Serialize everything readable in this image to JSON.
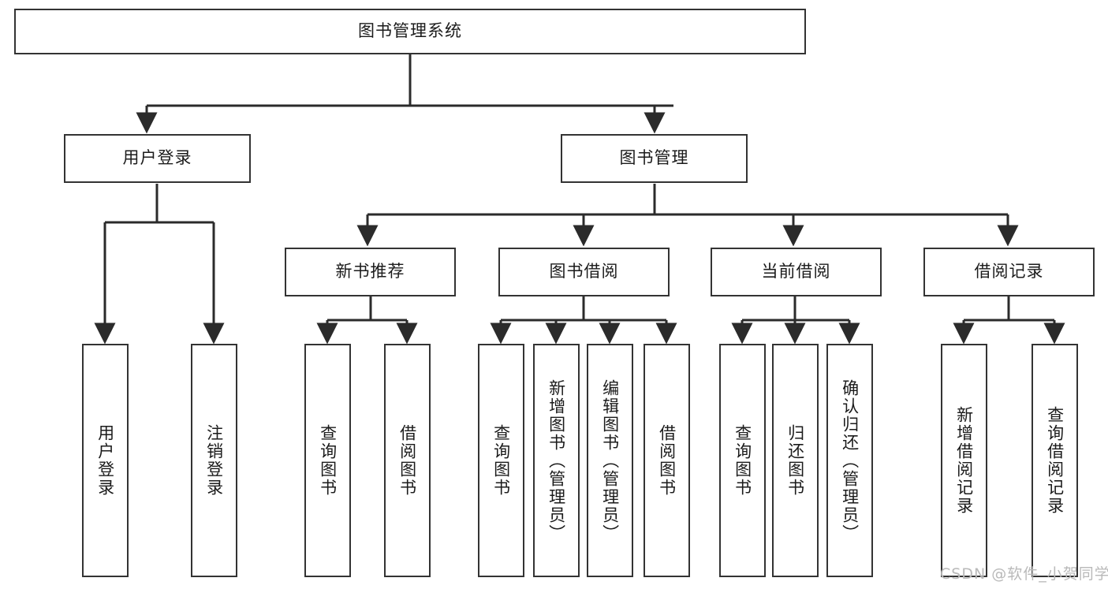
{
  "diagram": {
    "title": "图书管理系统",
    "type": "tree",
    "orientation": "top-down",
    "colors": {
      "box_border": "#333333",
      "box_fill": "#ffffff",
      "edge": "#2b2b2b",
      "text": "#1b1b1b",
      "background": "#ffffff",
      "watermark": "#b9b9b9"
    },
    "watermark": "CSDN @软件_小贺同学",
    "nodes": {
      "root": {
        "label": "图书管理系统",
        "level": 1,
        "orientation": "horizontal"
      },
      "l2": [
        {
          "id": "user-login",
          "label": "用户登录",
          "level": 2,
          "orientation": "horizontal"
        },
        {
          "id": "book-manage",
          "label": "图书管理",
          "level": 2,
          "orientation": "horizontal"
        }
      ],
      "l3": [
        {
          "id": "new-book-recommend",
          "label": "新书推荐",
          "level": 3,
          "orientation": "horizontal"
        },
        {
          "id": "book-borrow",
          "label": "图书借阅",
          "level": 3,
          "orientation": "horizontal"
        },
        {
          "id": "current-borrow",
          "label": "当前借阅",
          "level": 3,
          "orientation": "horizontal"
        },
        {
          "id": "borrow-record",
          "label": "借阅记录",
          "level": 3,
          "orientation": "horizontal"
        }
      ],
      "leaves": [
        {
          "id": "leaf-user-login",
          "label": "用户登录",
          "parent": "user-login",
          "orientation": "vertical"
        },
        {
          "id": "leaf-user-logout",
          "label": "注销登录",
          "parent": "user-login",
          "orientation": "vertical"
        },
        {
          "id": "leaf-query-book-1",
          "label": "查询图书",
          "parent": "new-book-recommend",
          "orientation": "vertical"
        },
        {
          "id": "leaf-borrow-book-1",
          "label": "借阅图书",
          "parent": "new-book-recommend",
          "orientation": "vertical"
        },
        {
          "id": "leaf-query-book-2",
          "label": "查询图书",
          "parent": "book-borrow",
          "orientation": "vertical"
        },
        {
          "id": "leaf-add-book",
          "label": "新增图书（管理员）",
          "parent": "book-borrow",
          "orientation": "vertical"
        },
        {
          "id": "leaf-edit-book",
          "label": "编辑图书（管理员）",
          "parent": "book-borrow",
          "orientation": "vertical"
        },
        {
          "id": "leaf-borrow-book-2",
          "label": "借阅图书",
          "parent": "book-borrow",
          "orientation": "vertical"
        },
        {
          "id": "leaf-query-book-3",
          "label": "查询图书",
          "parent": "current-borrow",
          "orientation": "vertical"
        },
        {
          "id": "leaf-return-book",
          "label": "归还图书",
          "parent": "current-borrow",
          "orientation": "vertical"
        },
        {
          "id": "leaf-confirm-return",
          "label": "确认归还（管理员）",
          "parent": "current-borrow",
          "orientation": "vertical"
        },
        {
          "id": "leaf-add-record",
          "label": "新增借阅记录",
          "parent": "borrow-record",
          "orientation": "vertical"
        },
        {
          "id": "leaf-query-record",
          "label": "查询借阅记录",
          "parent": "borrow-record",
          "orientation": "vertical"
        }
      ]
    }
  }
}
